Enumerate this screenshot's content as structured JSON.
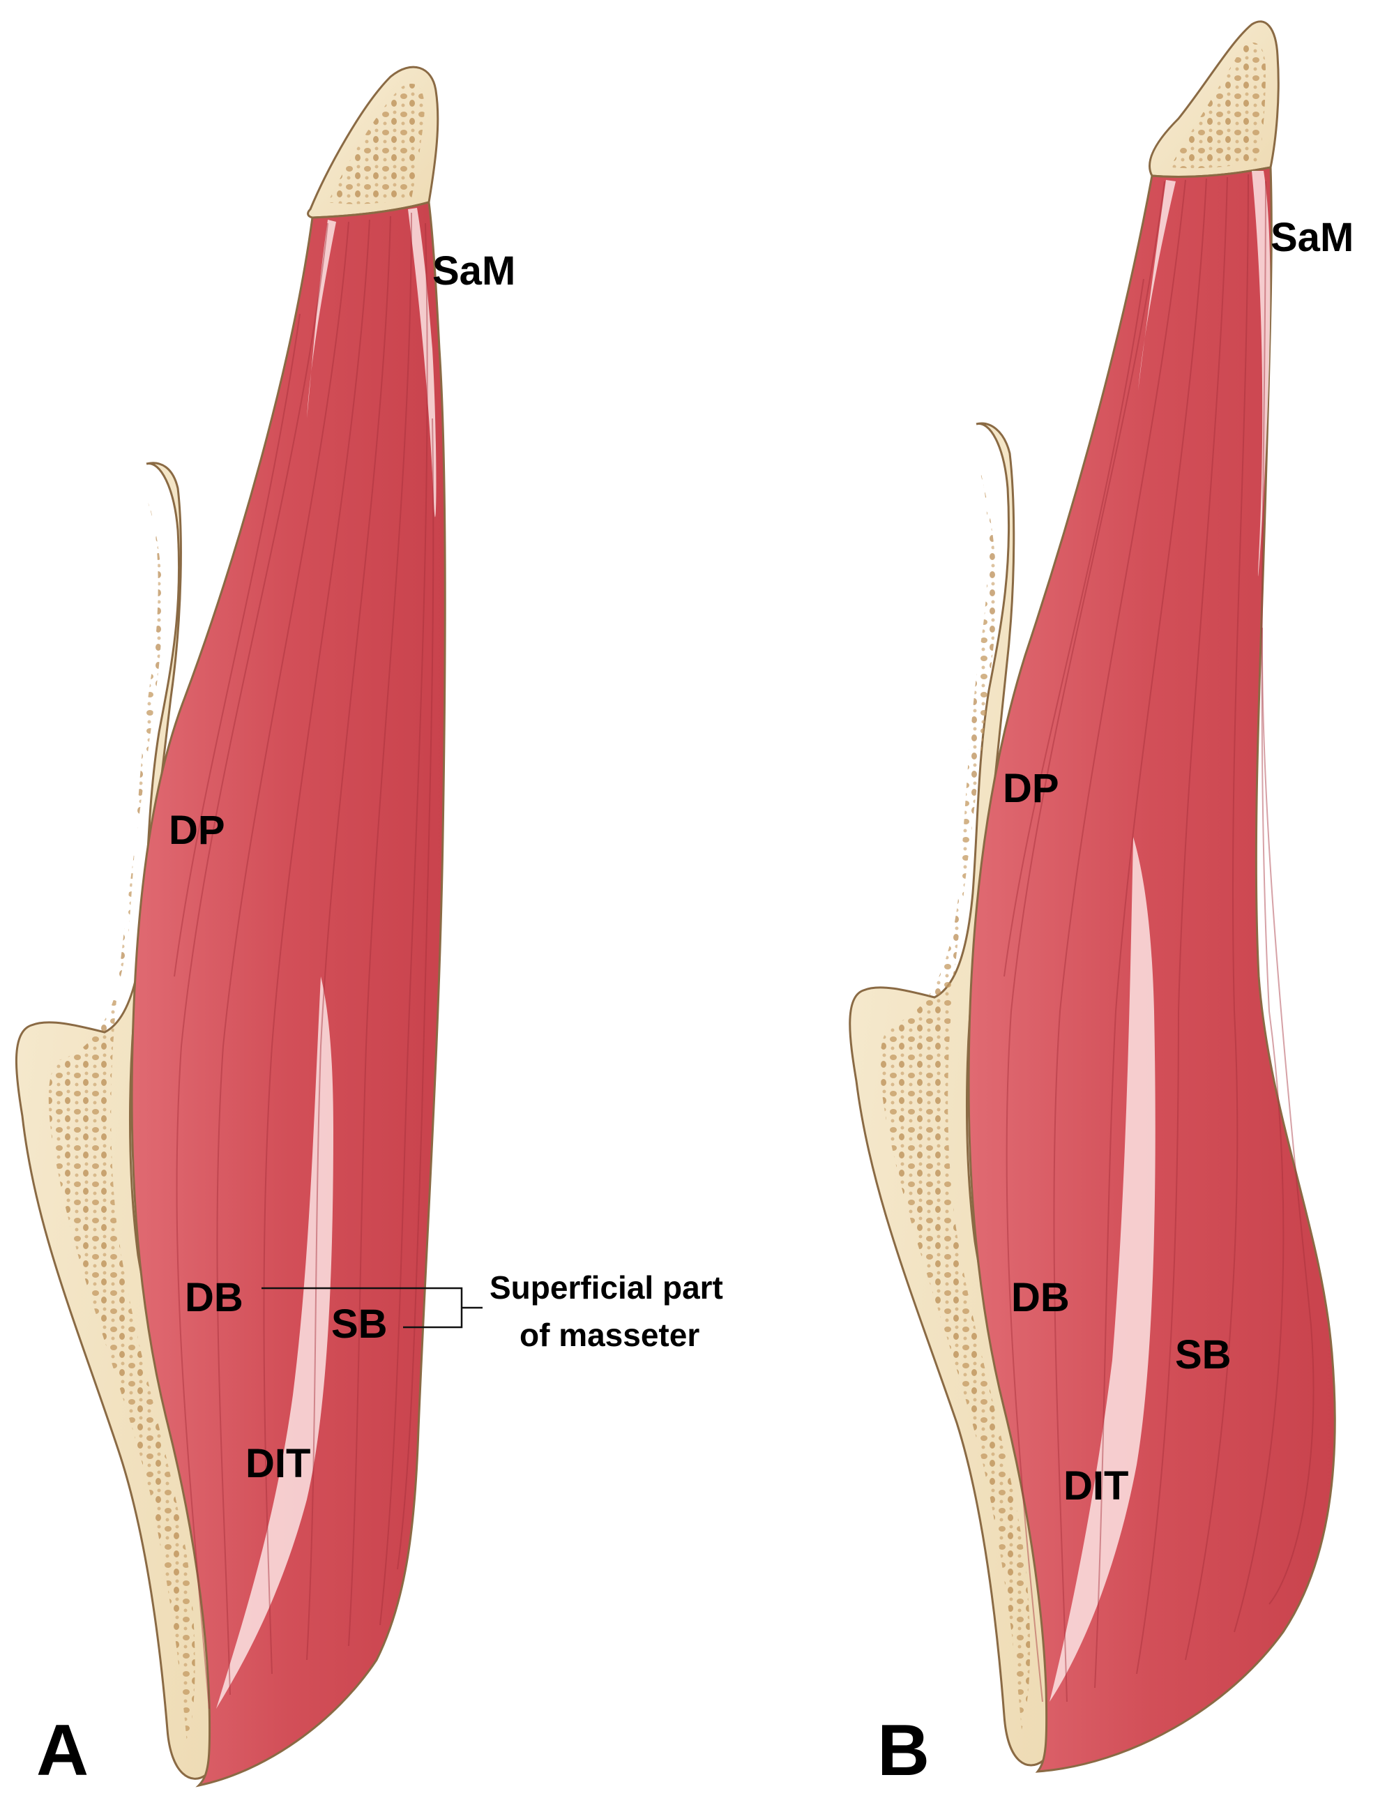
{
  "colors": {
    "muscle": "#d9555d",
    "muscle_dark": "#b83a44",
    "muscle_light": "#e87880",
    "tendon": "#fbe3e3",
    "bone_outline": "#8a6a44",
    "bone_fill": "#f3e6c8",
    "bone_pore": "#c49a63",
    "label": "#000000",
    "background": "#ffffff"
  },
  "panel_a": {
    "letter": "A",
    "labels": {
      "sam": "SaM",
      "dp": "DP",
      "db": "DB",
      "sb": "SB",
      "dit": "DIT"
    },
    "annotation": {
      "line1": "Superficial part",
      "line2": "of masseter"
    }
  },
  "panel_b": {
    "letter": "B",
    "labels": {
      "sam": "SaM",
      "dp": "DP",
      "db": "DB",
      "sb": "SB",
      "dit": "DIT"
    }
  }
}
